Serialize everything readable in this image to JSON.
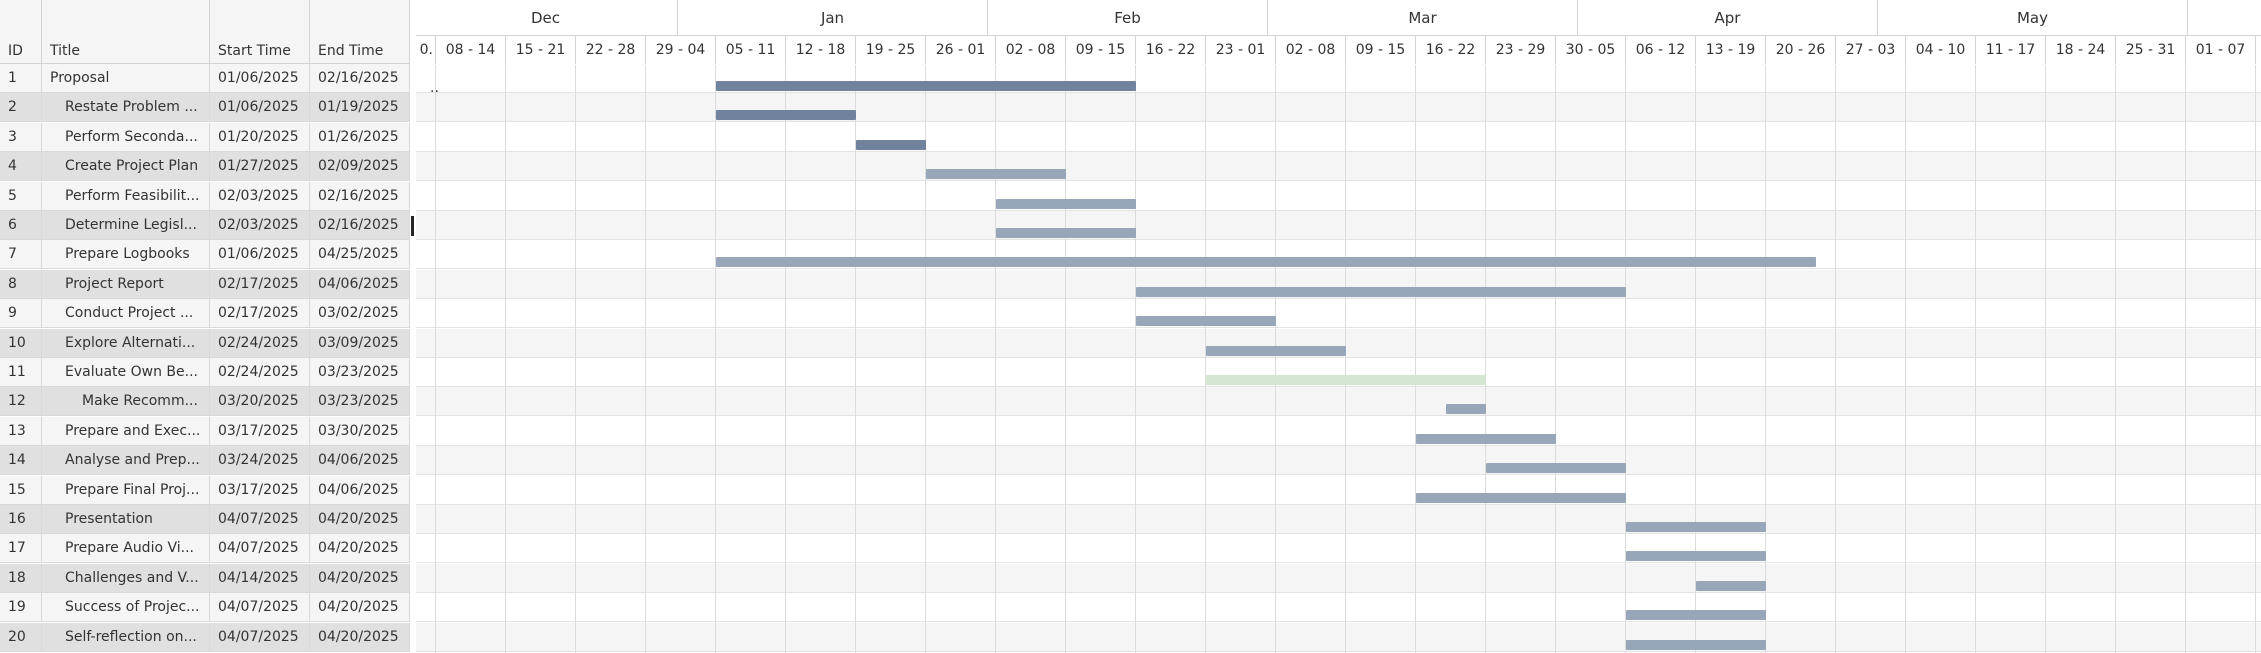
{
  "columns": {
    "id": "ID",
    "title": "Title",
    "start": "Start Time",
    "end": "End Time"
  },
  "colors": {
    "dark_bar": "#71839c",
    "light_bar": "#97a6b8",
    "green_bar": "#d5e6d3",
    "even_row": "#f5f5f5",
    "selected_row": "#e0e0e0"
  },
  "timeline": {
    "months": [
      "Dec",
      "Jan",
      "Feb",
      "Mar",
      "Apr",
      "May"
    ],
    "weeks": [
      "0.",
      "08 - 14",
      "15 - 21",
      "22 - 28",
      "29 - 04",
      "05 - 11",
      "12 - 18",
      "19 - 25",
      "26 - 01",
      "02 - 08",
      "09 - 15",
      "16 - 22",
      "23 - 01",
      "02 - 08",
      "09 - 15",
      "16 - 22",
      "23 - 29",
      "30 - 05",
      "06 - 12",
      "13 - 19",
      "20 - 26",
      "27 - 03",
      "04 - 10",
      "11 - 17",
      "18 - 24",
      "25 - 31",
      "01 - 07"
    ],
    "overflow_marker": ".."
  },
  "tasks": [
    {
      "id": "1",
      "title": "Proposal",
      "start": "01/06/2025",
      "end": "02/16/2025",
      "indent": 0,
      "bar_style": "dark",
      "selected": false
    },
    {
      "id": "2",
      "title": "Restate Problem ...",
      "start": "01/06/2025",
      "end": "01/19/2025",
      "indent": 1,
      "bar_style": "dark",
      "selected": true
    },
    {
      "id": "3",
      "title": "Perform Seconda...",
      "start": "01/20/2025",
      "end": "01/26/2025",
      "indent": 1,
      "bar_style": "dark",
      "selected": false
    },
    {
      "id": "4",
      "title": "Create Project Plan",
      "start": "01/27/2025",
      "end": "02/09/2025",
      "indent": 1,
      "bar_style": "light",
      "selected": true
    },
    {
      "id": "5",
      "title": "Perform Feasibilit...",
      "start": "02/03/2025",
      "end": "02/16/2025",
      "indent": 1,
      "bar_style": "light",
      "selected": false
    },
    {
      "id": "6",
      "title": "Determine Legisl...",
      "start": "02/03/2025",
      "end": "02/16/2025",
      "indent": 1,
      "bar_style": "light",
      "selected": true
    },
    {
      "id": "7",
      "title": "Prepare Logbooks",
      "start": "01/06/2025",
      "end": "04/25/2025",
      "indent": 1,
      "bar_style": "light",
      "selected": false
    },
    {
      "id": "8",
      "title": "Project Report",
      "start": "02/17/2025",
      "end": "04/06/2025",
      "indent": 1,
      "bar_style": "light",
      "selected": true
    },
    {
      "id": "9",
      "title": "Conduct Project ...",
      "start": "02/17/2025",
      "end": "03/02/2025",
      "indent": 1,
      "bar_style": "light",
      "selected": false
    },
    {
      "id": "10",
      "title": "Explore Alternati...",
      "start": "02/24/2025",
      "end": "03/09/2025",
      "indent": 1,
      "bar_style": "light",
      "selected": true
    },
    {
      "id": "11",
      "title": "Evaluate Own Be...",
      "start": "02/24/2025",
      "end": "03/23/2025",
      "indent": 1,
      "bar_style": "green",
      "selected": false
    },
    {
      "id": "12",
      "title": "Make Recomm...",
      "start": "03/20/2025",
      "end": "03/23/2025",
      "indent": 2,
      "bar_style": "light",
      "selected": true
    },
    {
      "id": "13",
      "title": "Prepare and Exec...",
      "start": "03/17/2025",
      "end": "03/30/2025",
      "indent": 1,
      "bar_style": "light",
      "selected": false
    },
    {
      "id": "14",
      "title": "Analyse and Prep...",
      "start": "03/24/2025",
      "end": "04/06/2025",
      "indent": 1,
      "bar_style": "light",
      "selected": true
    },
    {
      "id": "15",
      "title": "Prepare Final Proj...",
      "start": "03/17/2025",
      "end": "04/06/2025",
      "indent": 1,
      "bar_style": "light",
      "selected": false
    },
    {
      "id": "16",
      "title": "Presentation",
      "start": "04/07/2025",
      "end": "04/20/2025",
      "indent": 1,
      "bar_style": "light",
      "selected": true
    },
    {
      "id": "17",
      "title": "Prepare Audio Vi...",
      "start": "04/07/2025",
      "end": "04/20/2025",
      "indent": 1,
      "bar_style": "light",
      "selected": false
    },
    {
      "id": "18",
      "title": "Challenges and V...",
      "start": "04/14/2025",
      "end": "04/20/2025",
      "indent": 1,
      "bar_style": "light",
      "selected": true
    },
    {
      "id": "19",
      "title": "Success of Projec...",
      "start": "04/07/2025",
      "end": "04/20/2025",
      "indent": 1,
      "bar_style": "light",
      "selected": false
    },
    {
      "id": "20",
      "title": "Self-reflection on...",
      "start": "04/07/2025",
      "end": "04/20/2025",
      "indent": 1,
      "bar_style": "light",
      "selected": true
    }
  ]
}
